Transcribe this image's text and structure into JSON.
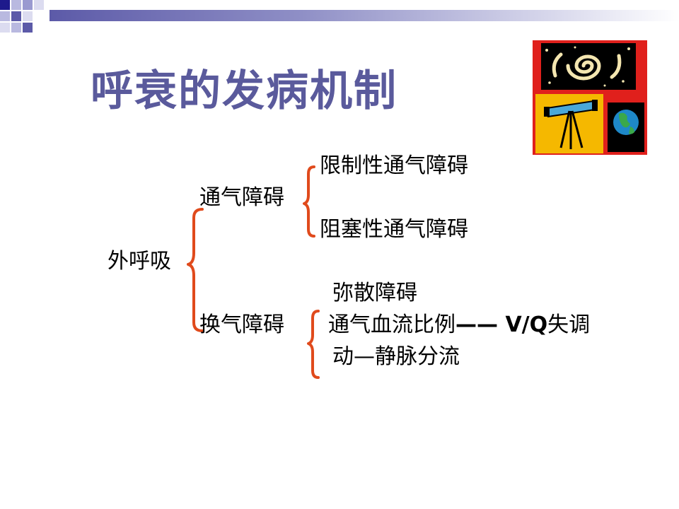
{
  "slide": {
    "title": "呼衰的发病机制"
  },
  "diagram": {
    "root": "外呼吸",
    "branches": [
      {
        "label": "通气障碍",
        "items": [
          "限制性通气障碍",
          "阻塞性通气障碍"
        ]
      },
      {
        "label": "换气障碍",
        "items": [
          "弥散障碍",
          "通气血流比例",
          "动—静脉分流"
        ]
      }
    ],
    "vq_connector": "—— V/Q",
    "vq_suffix": "失调"
  },
  "clipart": {
    "icon": "astronomy-telescope-icon",
    "colors": {
      "frame": "#e0201c",
      "sky": "#000000",
      "swirl": "#f4e6b0",
      "panel": "#f5b800",
      "globe_water": "#1e88c8",
      "globe_land": "#3aa84a"
    }
  },
  "theme": {
    "title_color": "#5a5a9c",
    "bracket_color": "#e04a1c"
  }
}
